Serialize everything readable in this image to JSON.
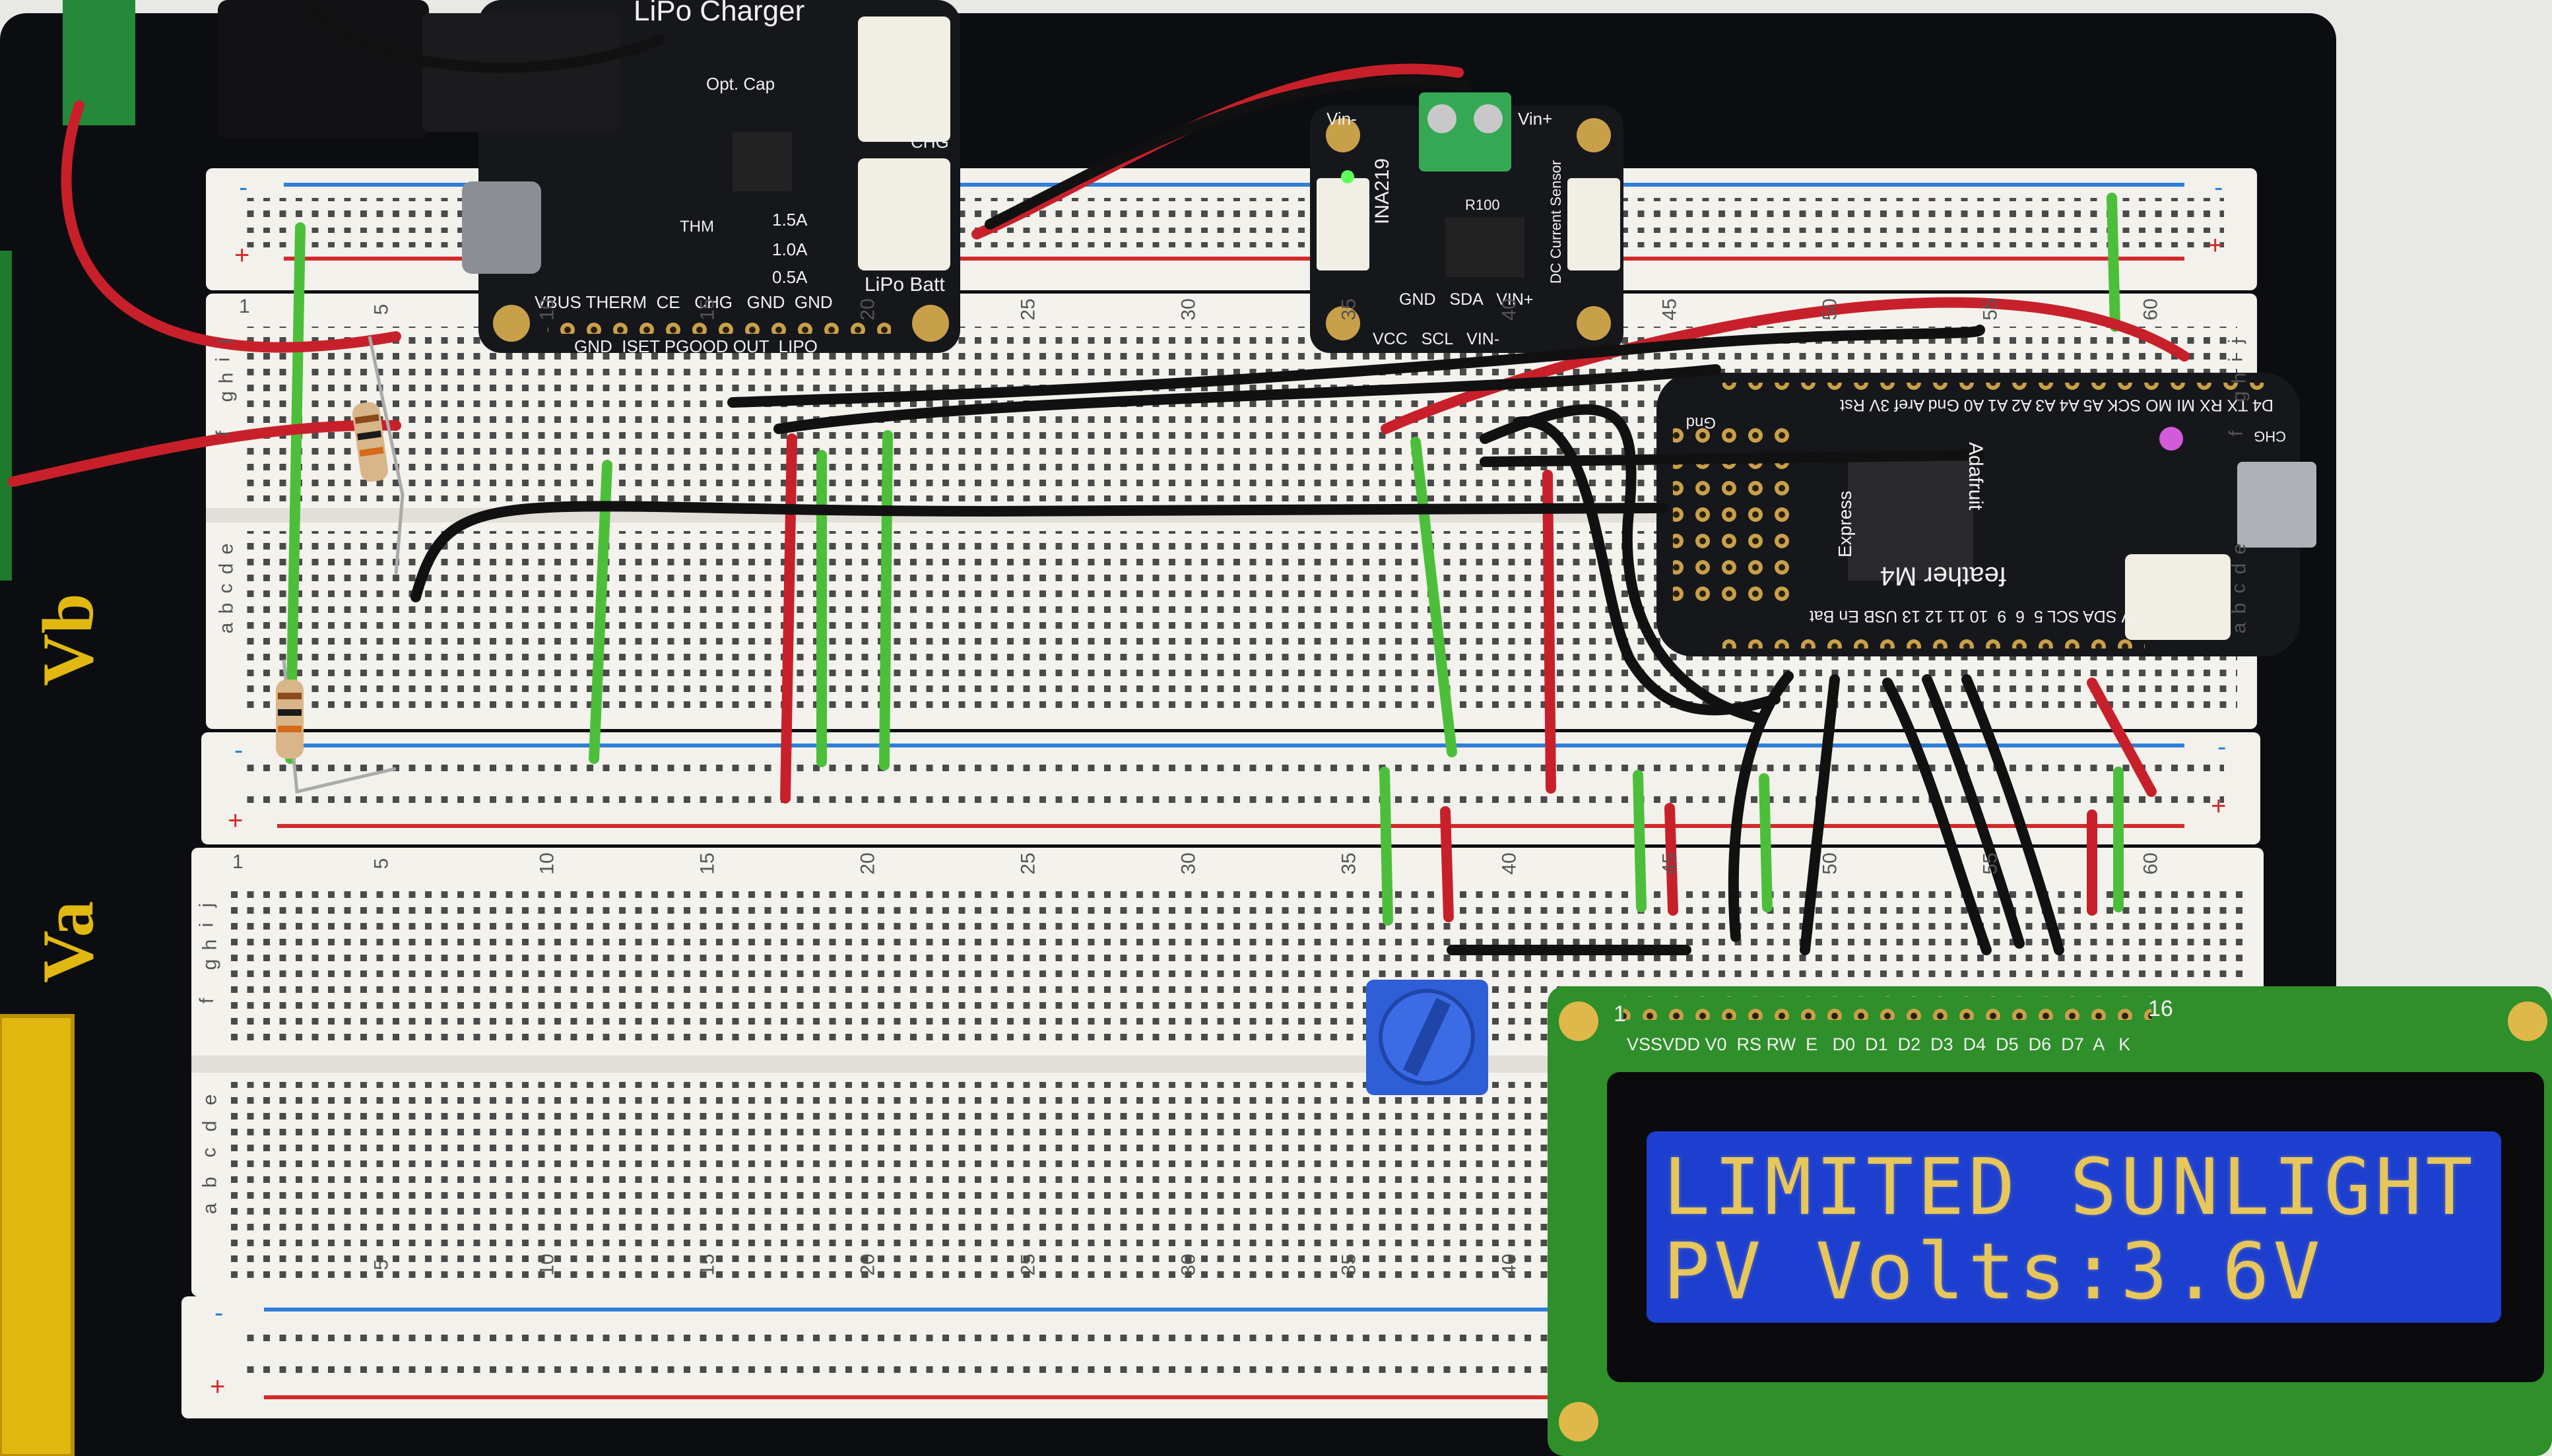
{
  "lcd": {
    "line1": "LIMITED SUNLIGHT",
    "line2": "PV Volts:3.6V",
    "pin_labels": "VSSVDD V0  RS RW  E   D0  D1  D2  D3  D4  D5  D6  D7  A   K",
    "pin_first": "1",
    "pin_last": "16"
  },
  "charger_board": {
    "title": "LiPo Charger",
    "opt_cap": "Opt. Cap",
    "pin_row_top": "VBUS THERM  CE   CHG   GND  GND",
    "pin_row_bottom": "GND  ISET PGOOD OUT  LIPO",
    "batt_label": "LiPo Batt",
    "chg_label": "CHG",
    "currents": [
      "1.5A",
      "1.0A",
      "0.5A"
    ],
    "thm": "THM"
  },
  "ina219_board": {
    "name": "INA219",
    "vin_minus": "Vin-",
    "vin_plus": "Vin+",
    "sensor_label": "DC Current Sensor",
    "r_label": "R100",
    "pin_row_top": "GND   SDA   VIN+",
    "pin_row_bottom": "VCC   SCL   VIN-"
  },
  "feather_board": {
    "brand": "Adafruit",
    "name": "feather M4",
    "express": "Express",
    "gnd": "Gnd",
    "top_pins": "D4 TX RX MI MO SCK A5 A4 A3 A2 A1 A0 Gnd Aref 3V Rst",
    "bottom_pins": "3V SDA SCL 5  6  9  10 11 12 13 USB En Bat",
    "chg": "CHG"
  },
  "breadboard": {
    "column_numbers": [
      "5",
      "10",
      "15",
      "20",
      "25",
      "30",
      "35",
      "40",
      "45",
      "50",
      "55",
      "60"
    ],
    "row_letters_top": [
      "j",
      "i",
      "h",
      "g",
      "f",
      "e",
      "d",
      "c",
      "b",
      "a"
    ],
    "row_letters_bottom": [
      "j",
      "i",
      "h",
      "g",
      "f",
      "e",
      "d",
      "c",
      "b",
      "a"
    ],
    "rail_plus": "+",
    "rail_minus": "-",
    "first_col": "1"
  },
  "mat_labels": {
    "va": "Va",
    "vb": "Vb"
  },
  "colors": {
    "lcd_blue": "#1d3fd0",
    "lcd_text": "#e7c75a",
    "lcd_pcb": "#2f8f2a",
    "board_black": "#15171b",
    "breadboard": "#f3f1ec",
    "wire_red": "#c8202a",
    "wire_green": "#4cbf3a",
    "wire_black": "#111111",
    "mat_gold": "#e1b80f",
    "pot_blue": "#2f5fd6"
  }
}
